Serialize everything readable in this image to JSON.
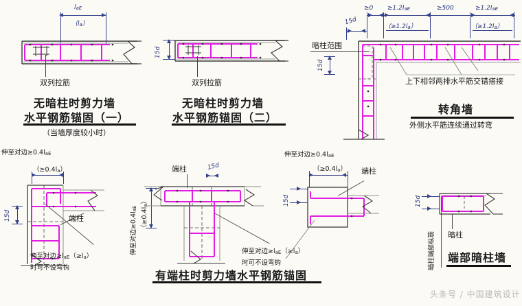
{
  "sheet": {
    "background_color": "#fbfaf5",
    "rebar_color": "#e21ce2",
    "dim_color": "#33408c",
    "outline_color": "#3a3a3a"
  },
  "watermark": "头条号 / 中国建筑设计",
  "panels": {
    "wall_no_column_1": {
      "title": "无暗柱时剪力墙",
      "title2": "水平钢筋锚固（一）",
      "subtitle": "（当墙厚度较小时）",
      "dim_top": "l",
      "dim_top_sub": "aE",
      "dim_top_paren": "（l",
      "dim_top_paren_sub": "a",
      "dim_top_paren_end": "）",
      "callout": "双列拉筋"
    },
    "wall_no_column_2": {
      "title": "无暗柱时剪力墙",
      "title2": "水平钢筋锚固（二）",
      "dim_left": "15d",
      "callout": "双列拉筋"
    },
    "corner_wall": {
      "title": "转角墙",
      "subtitle": "外侧水平筋连续通过转弯",
      "label_range": "暗柱范围",
      "label_15d_vert": "15d",
      "label_15d_top": "15d",
      "note": "上下相邻两排水平筋交错搭接",
      "dims": [
        {
          "label": "≥0"
        },
        {
          "label": "≥1.2l",
          "sub": "aE"
        },
        {
          "label": "≥500"
        },
        {
          "label": "≥1.2l",
          "sub": "aE"
        }
      ],
      "dims_lower": [
        {
          "label": "（≥1.2l",
          "sub": "a",
          "end": "）"
        },
        {
          "label": "（≥1.2l",
          "sub": "a",
          "end": "）"
        }
      ]
    },
    "end_column_left": {
      "note_top": "伸至对边≥0.4l",
      "note_top_sub": "aE",
      "note_top2": "（≥0.4l",
      "note_top2_sub": "a",
      "note_top2_end": "）",
      "label_15d": "15d",
      "callout_column": "端柱",
      "note_bottom": "伸至对边≥l",
      "note_bottom_sub": "aE",
      "note_bottom_paren": "（≥l",
      "note_bottom_paren_sub": "a",
      "note_bottom_paren_end": "）",
      "note_bottom2": "时可不设弯钩"
    },
    "end_column_mid": {
      "note_vert": "伸至对边≥0.4l",
      "note_vert_sub": "aE",
      "note_vert2": "（≥0.4l",
      "note_vert2_sub": "a",
      "note_vert2_end": "）",
      "callout_column": "端柱",
      "label_15d": "15d",
      "note_bottom": "伸至对边≥l",
      "note_bottom_sub": "aE",
      "note_bottom_paren": "（≥l",
      "note_bottom_paren_sub": "a",
      "note_bottom_paren_end": "）",
      "note_bottom2": "时可不设弯钩"
    },
    "end_column_right": {
      "note_top": "伸至对边≥0.4l",
      "note_top_sub": "aE",
      "note_top2": "（≥0.4l",
      "note_top2_sub": "a",
      "note_top2_end": "）",
      "callout_column": "端柱",
      "label_15d": "15d"
    },
    "group_title": "有端柱时剪力墙水平钢筋锚固",
    "end_hidden_column": {
      "title": "端部暗柱墙",
      "callout": "暗柱",
      "label_15d": "15d",
      "label_vert": "暗柱端部纵筋"
    }
  }
}
